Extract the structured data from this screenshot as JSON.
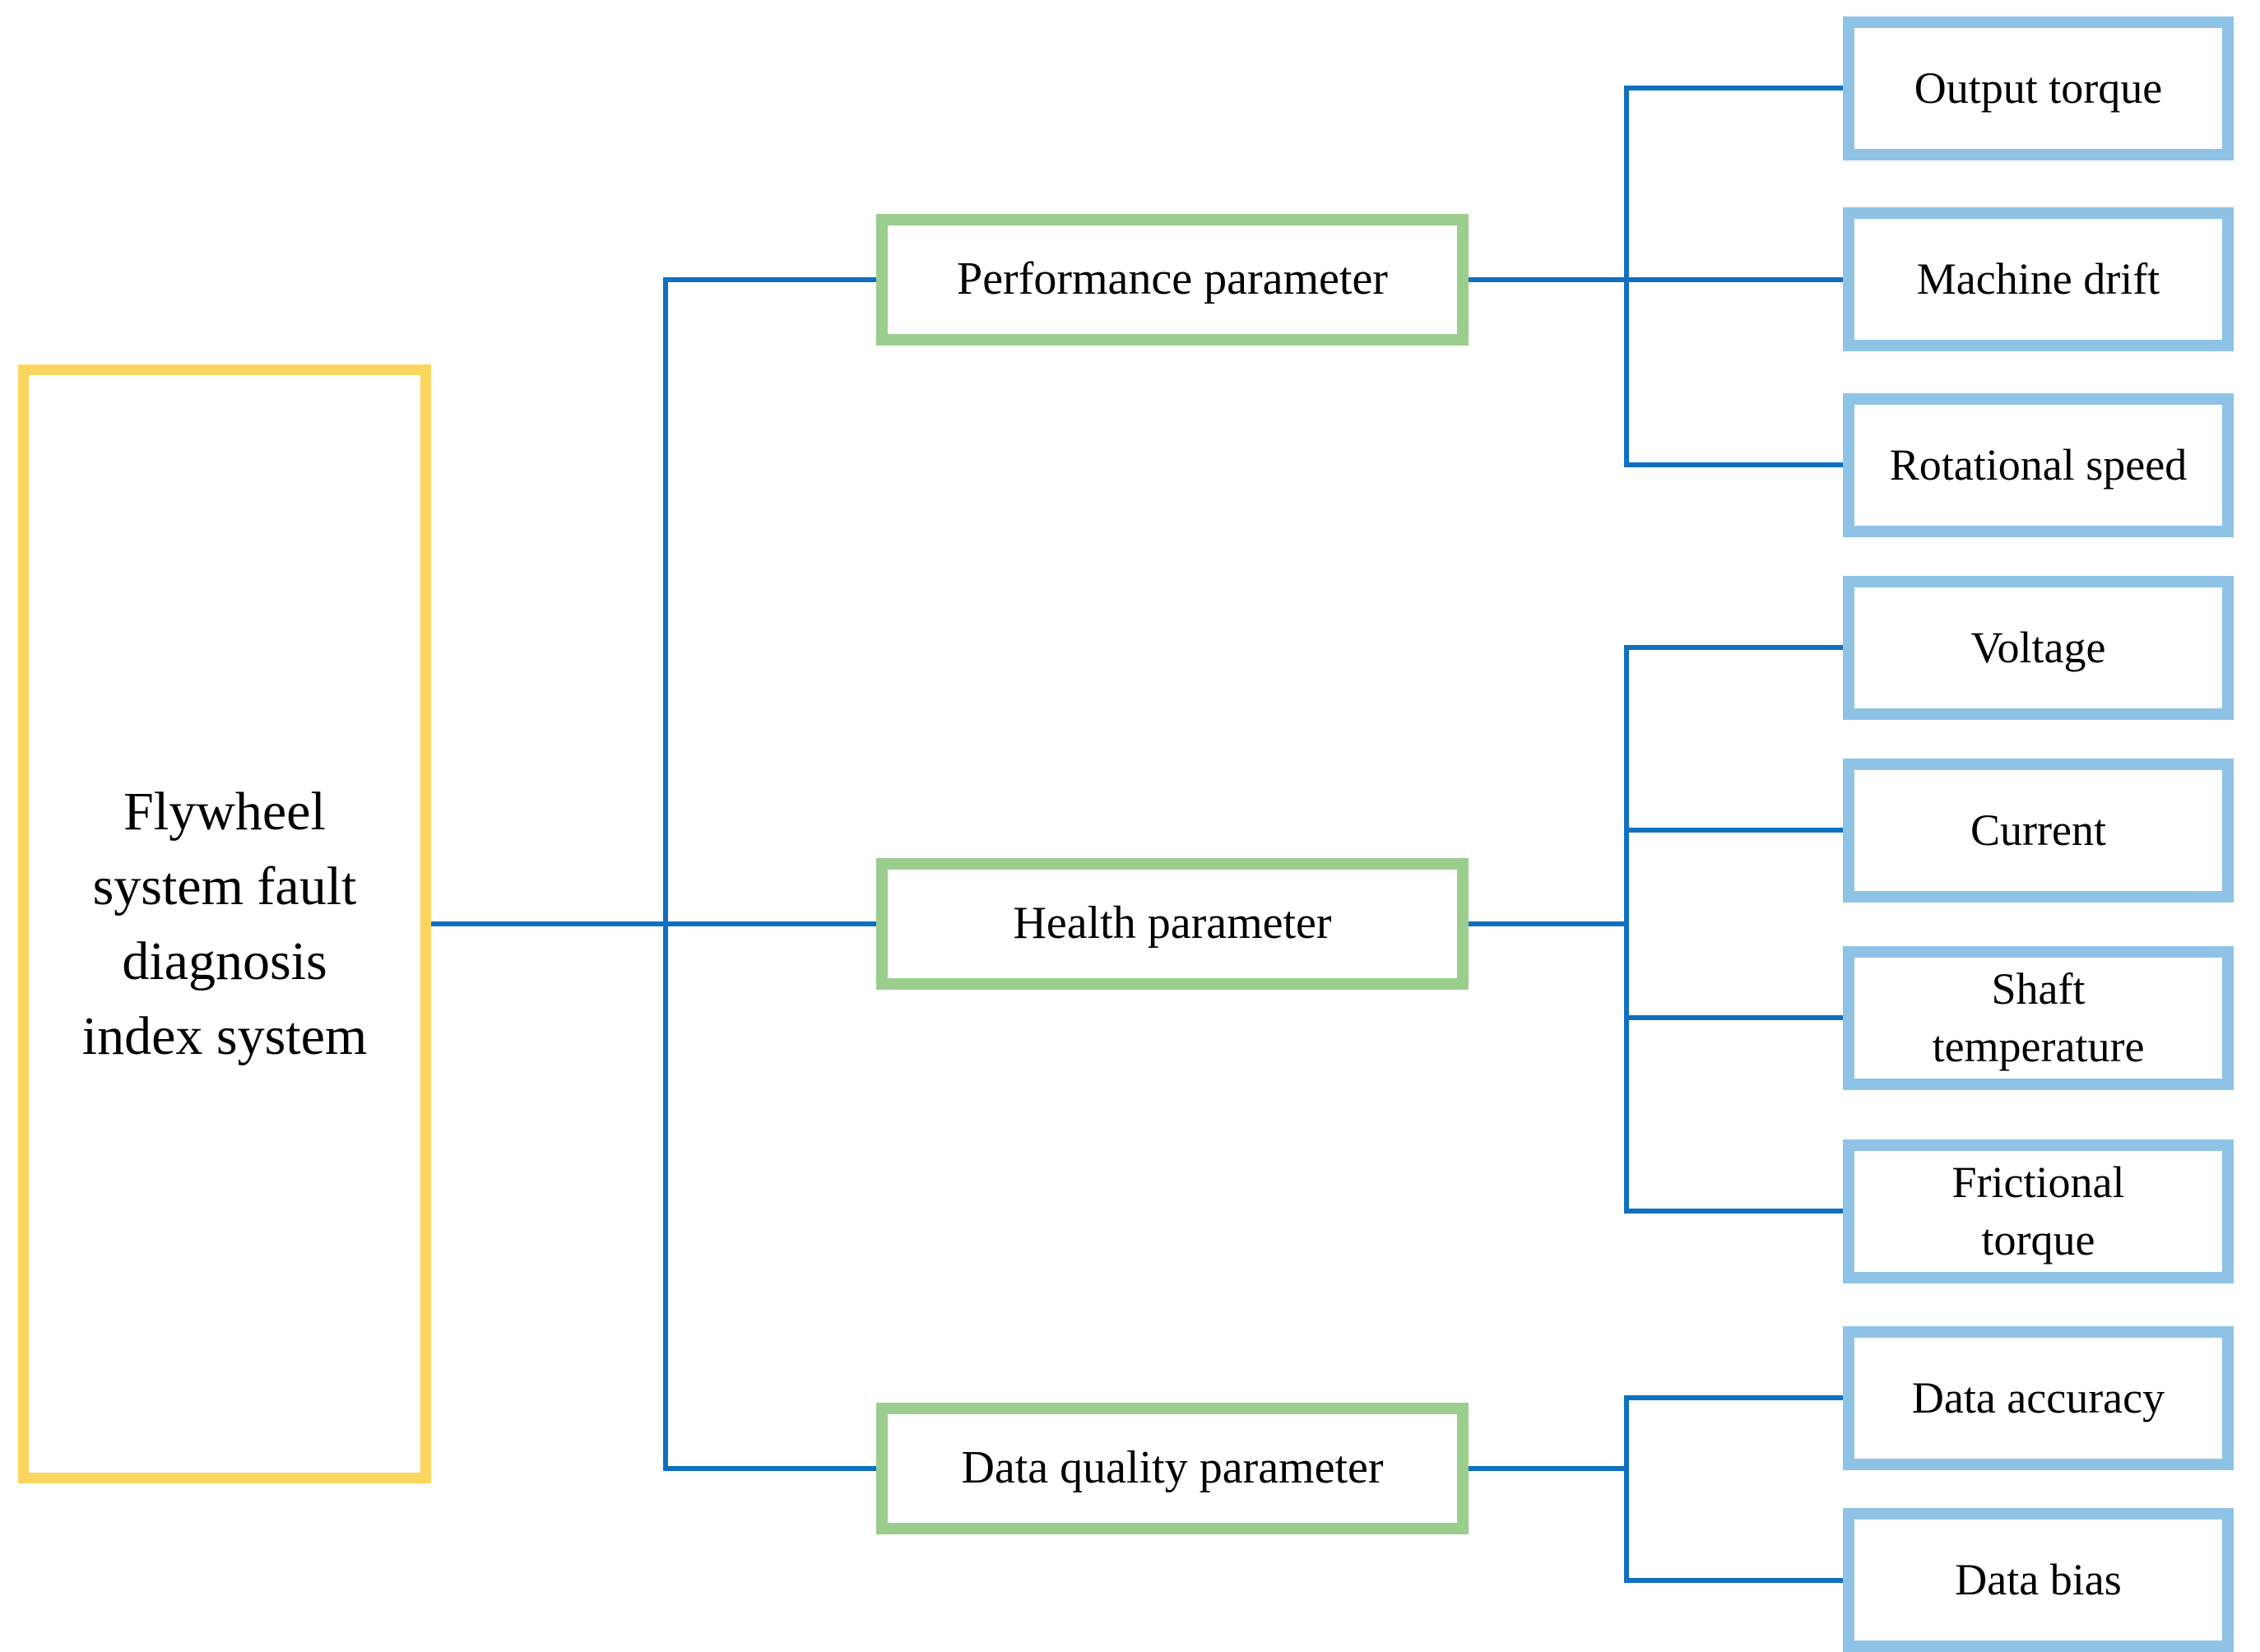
{
  "diagram": {
    "root": {
      "label": "Flywheel\nsystem fault\ndiagnosis\nindex system"
    },
    "groups": [
      {
        "label": "Performance parameter",
        "children": [
          {
            "label": "Output torque"
          },
          {
            "label": "Machine drift"
          },
          {
            "label": "Rotational speed"
          }
        ]
      },
      {
        "label": "Health parameter",
        "children": [
          {
            "label": "Voltage"
          },
          {
            "label": "Current"
          },
          {
            "label": "Shaft\ntemperature"
          },
          {
            "label": "Frictional\ntorque"
          }
        ]
      },
      {
        "label": "Data quality parameter",
        "children": [
          {
            "label": "Data accuracy"
          },
          {
            "label": "Data bias"
          }
        ]
      }
    ],
    "colors": {
      "root_border": "#FCD55E",
      "group_border": "#9BCD8D",
      "child_border": "#8FC3E6",
      "connector": "#1070C0",
      "text": "#000000",
      "background": "#FFFFFF"
    }
  }
}
